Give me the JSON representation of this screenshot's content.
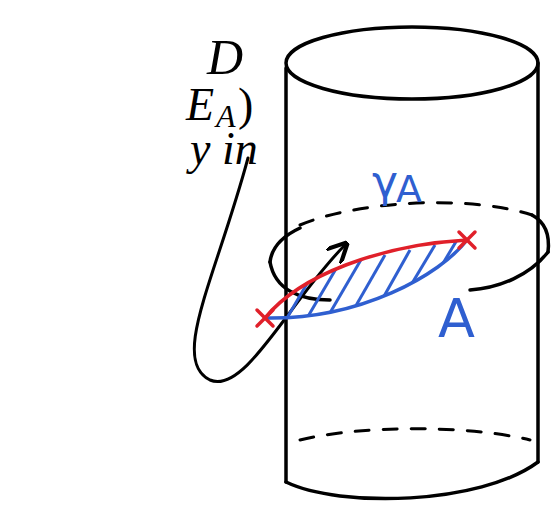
{
  "diagram": {
    "labels": [
      "D",
      "E",
      "A",
      ")",
      "y in",
      "γ",
      "A",
      "A"
    ]
  }
}
